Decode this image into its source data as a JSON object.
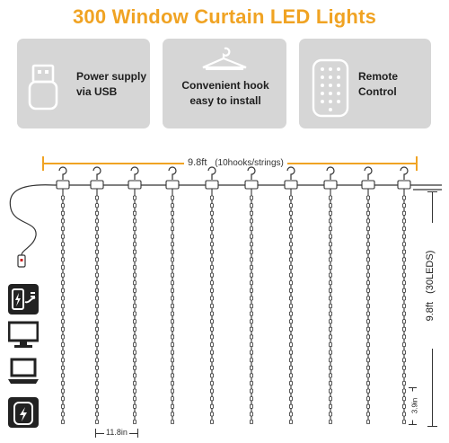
{
  "title": "300 Window Curtain LED Lights",
  "features": [
    {
      "icon": "usb-plug-icon",
      "line1": "Power supply",
      "line2": "via USB"
    },
    {
      "icon": "hook-icon",
      "line1": "Convenient hook",
      "line2": "easy to install"
    },
    {
      "icon": "remote-control-icon",
      "line1": "Remote",
      "line2": "Control"
    }
  ],
  "dimensions": {
    "width": "9.8ft",
    "width_note": "(10hooks/strings)",
    "height": "9.8ft",
    "height_note": "(30LEDS)",
    "led_spacing": "3.9in",
    "string_spacing": "11.8in"
  },
  "power_sources": [
    "power-adapter-icon",
    "monitor-icon",
    "laptop-icon",
    "power-bank-icon"
  ],
  "colors": {
    "accent": "#f0a323",
    "panel": "#d6d6d6",
    "icon": "#222222"
  }
}
